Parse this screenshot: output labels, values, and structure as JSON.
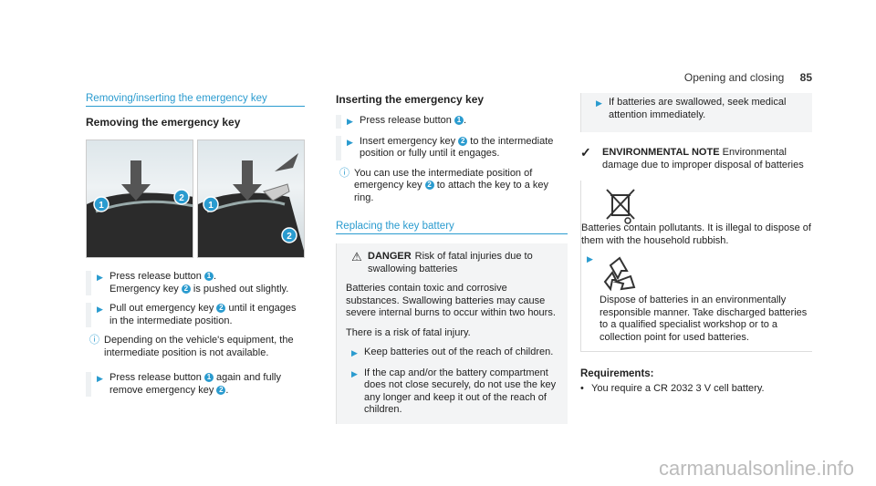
{
  "header": {
    "section": "Opening and closing",
    "page": "85"
  },
  "col1": {
    "section_title": "Removing/inserting the emergency key",
    "sub_title": "Removing the emergency key",
    "steps": [
      {
        "pre": "Press release button ",
        "n1": "1",
        "mid": ".",
        "line2a": "Emergency key ",
        "n2": "2",
        "line2b": " is pushed out slightly."
      },
      {
        "pre": "Pull out emergency key ",
        "n": "2",
        "post": " until it engages in the intermediate position."
      },
      {
        "text": "Depending on the vehicle's equipment, the intermediate position is not available."
      },
      {
        "pre": "Press release button ",
        "n1": "1",
        "mid": " again and fully remove emergency key ",
        "n2": "2",
        "post": "."
      }
    ]
  },
  "col2": {
    "sub_title": "Inserting the emergency key",
    "step1": {
      "pre": "Press release button ",
      "n": "1",
      "post": "."
    },
    "step2": {
      "pre": "Insert emergency key ",
      "n": "2",
      "post": " to the intermediate position or fully until it engages."
    },
    "info": {
      "pre": "You can use the intermediate position of emergency key ",
      "n": "2",
      "post": " to attach the key to a key ring."
    },
    "section_title": "Replacing the key battery",
    "danger": {
      "label": "DANGER",
      "headline": "Risk of fatal injuries due to swallowing batteries",
      "p1": "Batteries contain toxic and corrosive substances. Swallowing batteries may cause severe internal burns to occur within two hours.",
      "p2": "There is a risk of fatal injury.",
      "s1": "Keep batteries out of the reach of children.",
      "s2": "If the cap and/or the battery compartment does not close securely, do not use the key any longer and keep it out of the reach of children."
    }
  },
  "col3": {
    "s3": "If batteries are swallowed, seek medical attention immediately.",
    "env_label": "ENVIRONMENTAL NOTE",
    "env_text": "Environmental damage due to improper disposal of batteries",
    "bin_text": "Batteries contain pollutants. It is illegal to dispose of them with the household rubbish.",
    "recycle_text": "Dispose of batteries in an environmentally responsible manner. Take discharged batteries to a qualified specialist workshop or to a collection point for used batteries.",
    "req_title": "Requirements:",
    "req_item": "You require a CR 2032 3 V cell battery."
  },
  "watermark": "carmanualsonline.info",
  "colors": {
    "accent": "#2a9bcf"
  }
}
